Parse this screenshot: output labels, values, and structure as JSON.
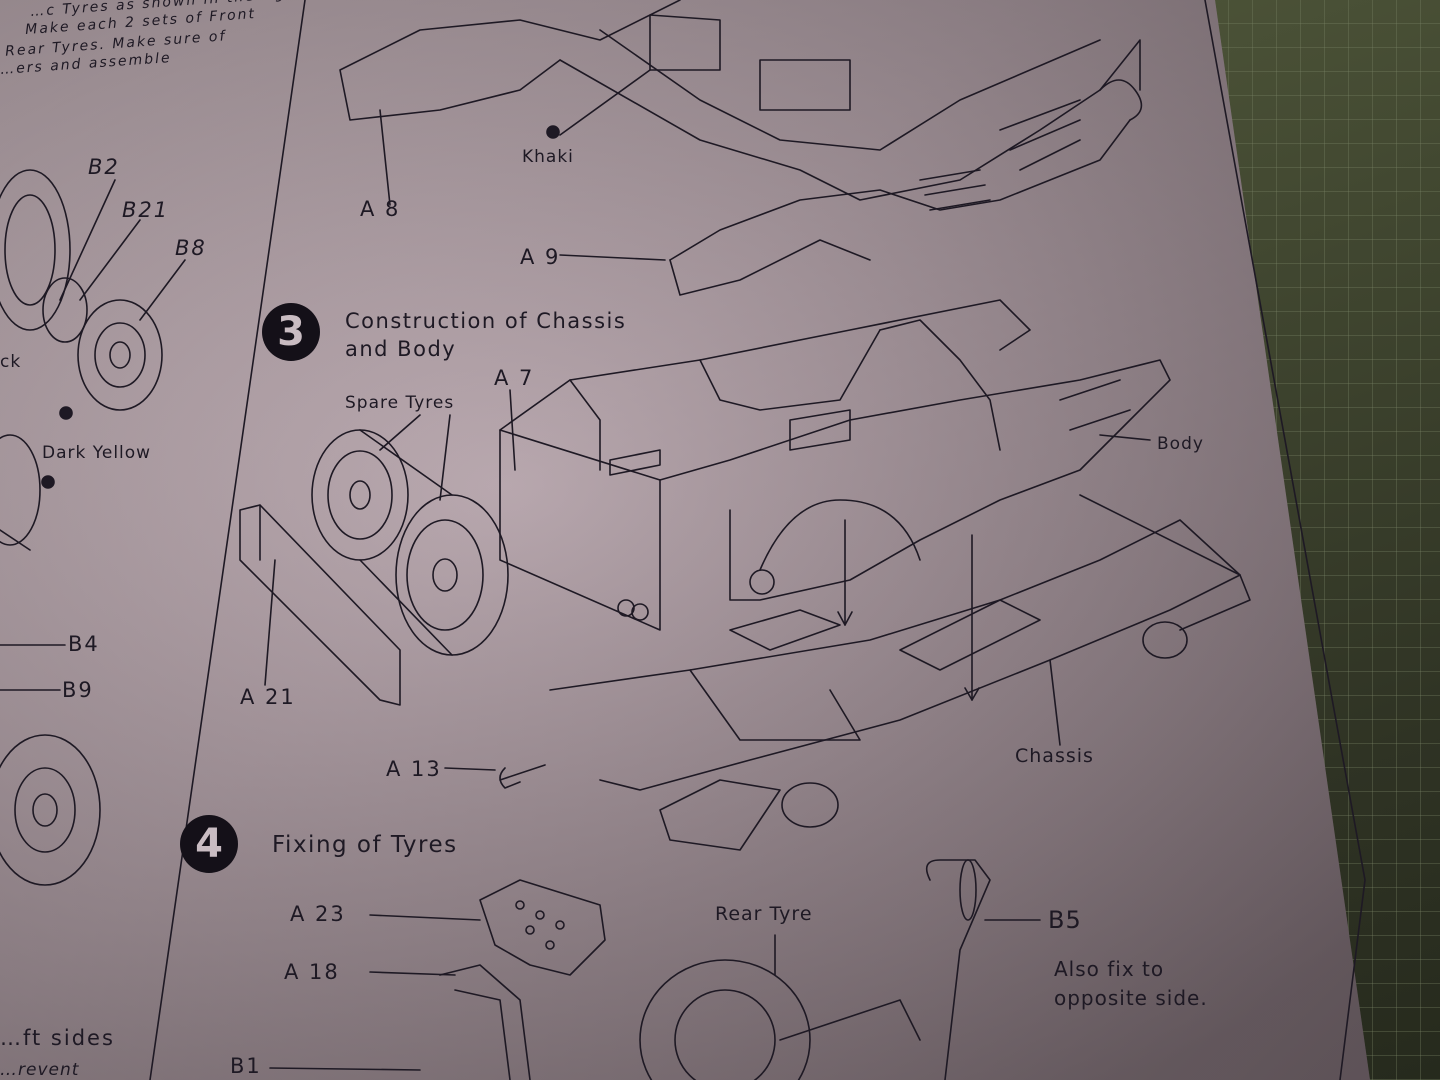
{
  "top_left_text": {
    "line1": "…c Tyres as shown in the figure",
    "line2": "Make each 2 sets of Front",
    "line3": "Rear Tyres. Make sure of",
    "line4": "…ers and assemble"
  },
  "left_column": {
    "b2": "B2",
    "b21": "B21",
    "b8": "B8",
    "ck": "ck",
    "dark_yellow": "Dark Yellow",
    "b4": "B4",
    "b9": "B9",
    "sides": "…ft sides",
    "prevent": "…revent",
    "b1": "B1"
  },
  "upper_diagram": {
    "khaki": "Khaki",
    "a8": "A 8",
    "a9": "A 9"
  },
  "step3": {
    "number": "3",
    "title_line1": "Construction of Chassis",
    "title_line2": "and Body",
    "spare_tyres": "Spare Tyres",
    "a7": "A 7",
    "body": "Body",
    "a21": "A 21",
    "a13": "A 13",
    "chassis": "Chassis"
  },
  "step4": {
    "number": "4",
    "title": "Fixing of Tyres",
    "a23": "A 23",
    "a18": "A 18",
    "rear_tyre": "Rear Tyre",
    "b5": "B5",
    "note_line1": "Also fix to",
    "note_line2": "opposite side."
  },
  "colors": {
    "paper": "#b0a0a6",
    "ink": "#1e1924",
    "cutting_mat": "#3f4530"
  }
}
